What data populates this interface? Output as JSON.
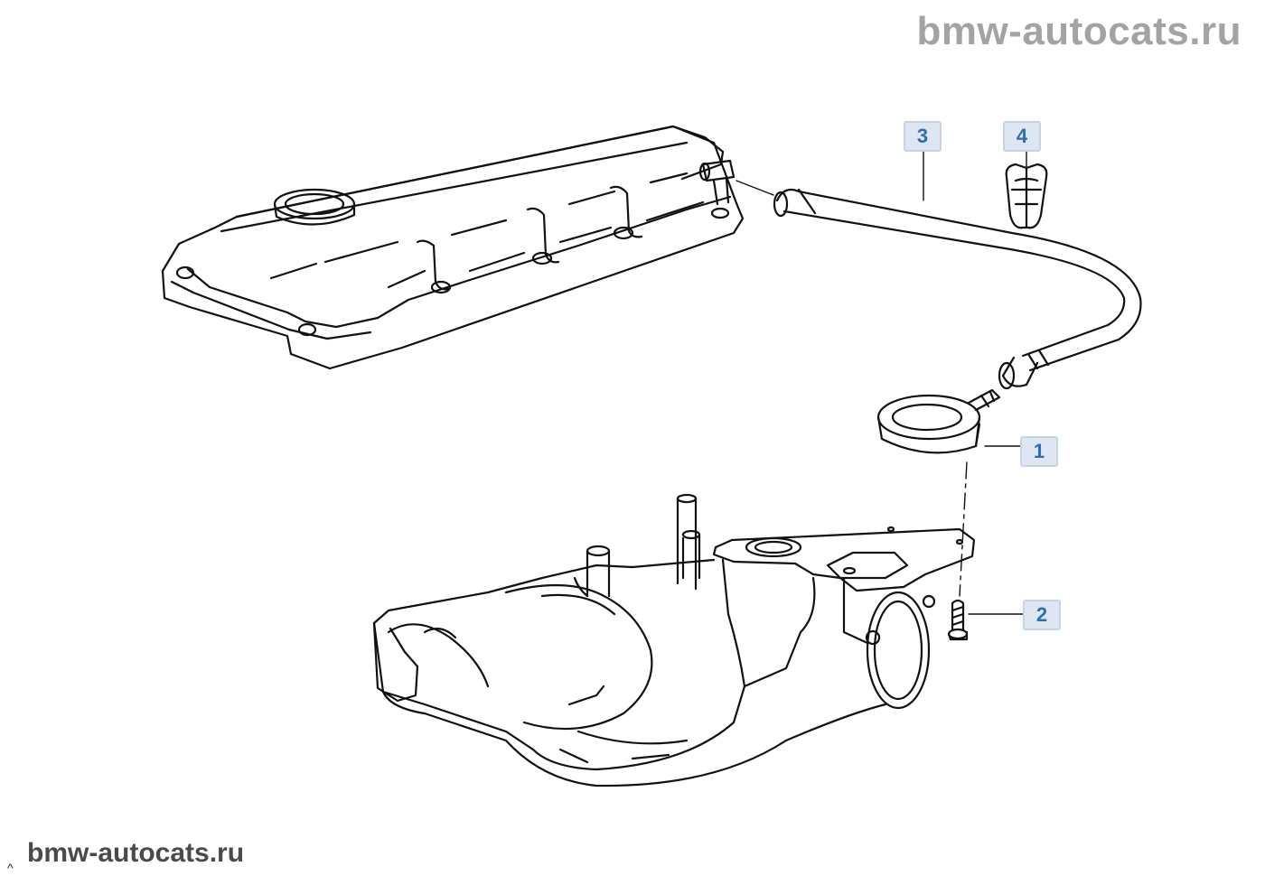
{
  "watermark": {
    "top": "bmw-autocats.ru",
    "bottom": "bmw-autocats.ru",
    "corner": "^"
  },
  "callouts": {
    "part1": "1",
    "part2": "2",
    "part3": "3",
    "part4": "4"
  },
  "colors": {
    "line": "#111111",
    "callout_fill": "#dde6f1",
    "callout_text": "#2f6db2",
    "watermark_top": "#a3a3a3"
  }
}
